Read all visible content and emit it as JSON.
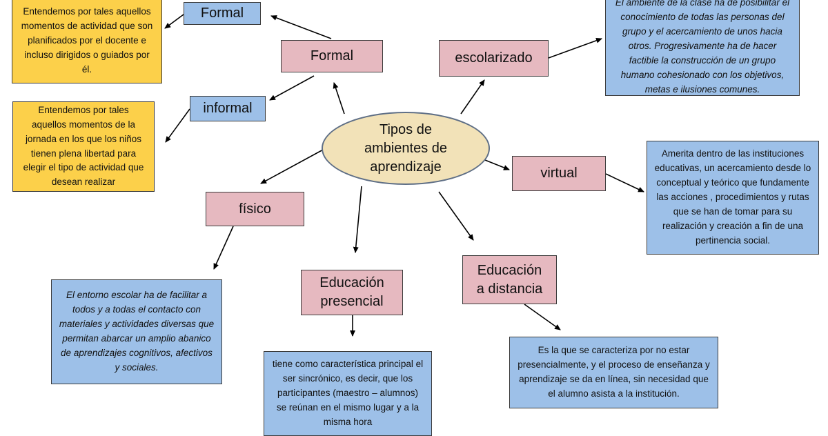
{
  "center": {
    "label": "Tipos de\nambientes de\naprendizaje"
  },
  "nodes": {
    "formal": {
      "label": "Formal"
    },
    "escolarizado": {
      "label": "escolarizado"
    },
    "virtual": {
      "label": "virtual"
    },
    "fisico": {
      "label": "físico"
    },
    "presencial": {
      "label": "Educación\npresencial"
    },
    "distancia": {
      "label": "Educación\na distancia"
    },
    "formal_sub": {
      "label": "Formal"
    },
    "informal_sub": {
      "label": "informal"
    }
  },
  "descriptions": {
    "formal": "Entendemos por tales aquellos momentos de actividad que son planificados por el docente e incluso dirigidos o guiados por él.",
    "informal": "Entendemos por tales aquellos momentos de la jornada en los que los niños tienen plena libertad para elegir el tipo de actividad que desean realizar",
    "escolarizado": "El ambiente de la clase ha de posibilitar el conocimiento de todas las personas del grupo y el acercamiento de unos hacia otros. Progresivamente ha de hacer factible la construcción de un grupo humano cohesionado con los objetivos, metas e ilusiones comunes.",
    "virtual": "Amerita dentro de las instituciones educativas, un acercamiento desde lo conceptual y teórico que fundamente las acciones , procedimientos y  rutas que se han de tomar para su realización y creación a fin de una pertinencia social.",
    "fisico": "El entorno escolar ha de facilitar a todos y a todas el contacto con materiales y actividades diversas que permitan abarcar un amplio abanico de aprendizajes cognitivos, afectivos y sociales.",
    "presencial": "tiene como característica principal el ser sincrónico, es decir,  que los participantes (maestro – alumnos) se reúnan en el mismo lugar y a la misma hora",
    "distancia": "Es la que se caracteriza por no estar presencialmente, y el proceso de enseñanza y aprendizaje se da en línea, sin necesidad que el alumno asista a la institución."
  },
  "colors": {
    "pink": "#e6b9c0",
    "blue": "#9dc0e8",
    "yellow": "#fcd04a",
    "ellipse": "#f2e2b8",
    "arrow": "#000000"
  }
}
